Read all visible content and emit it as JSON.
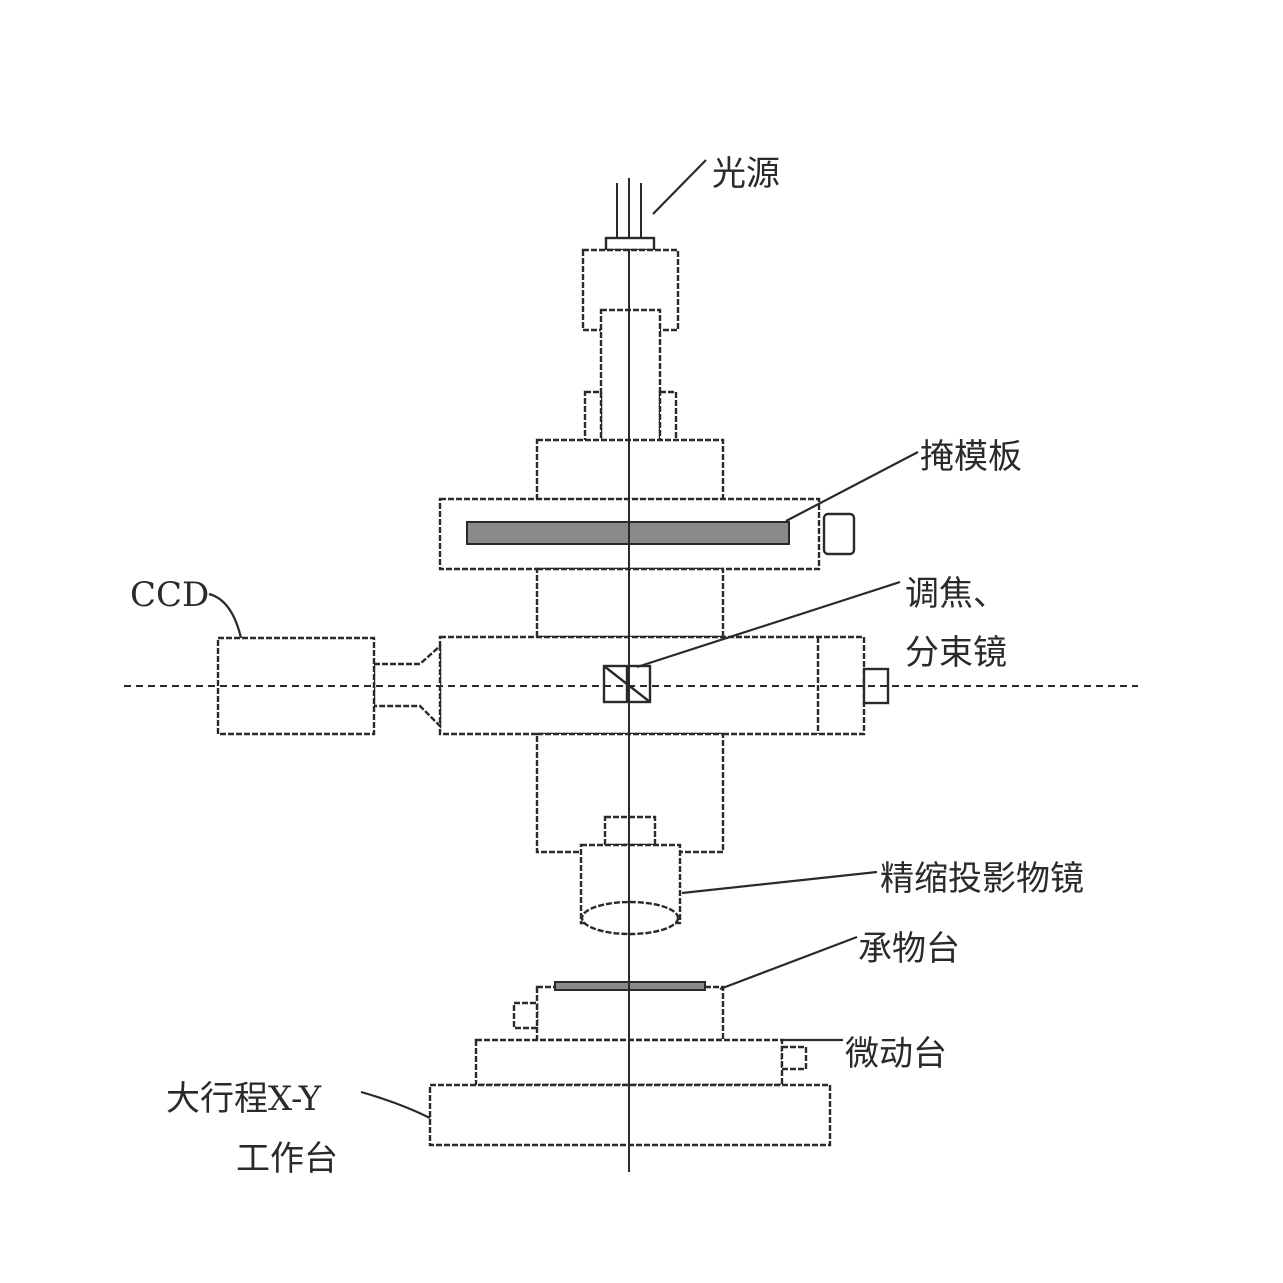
{
  "labels": {
    "light_source": "光源",
    "mask": "掩模板",
    "ccd": "CCD",
    "focus_line1": "调焦、",
    "focus_line2": "分束镜",
    "objective": "精缩投影物镜",
    "stage_carrier": "承物台",
    "micro_stage": "微动台",
    "xy_line1": "大行程X-Y",
    "xy_line2": "工作台"
  }
}
